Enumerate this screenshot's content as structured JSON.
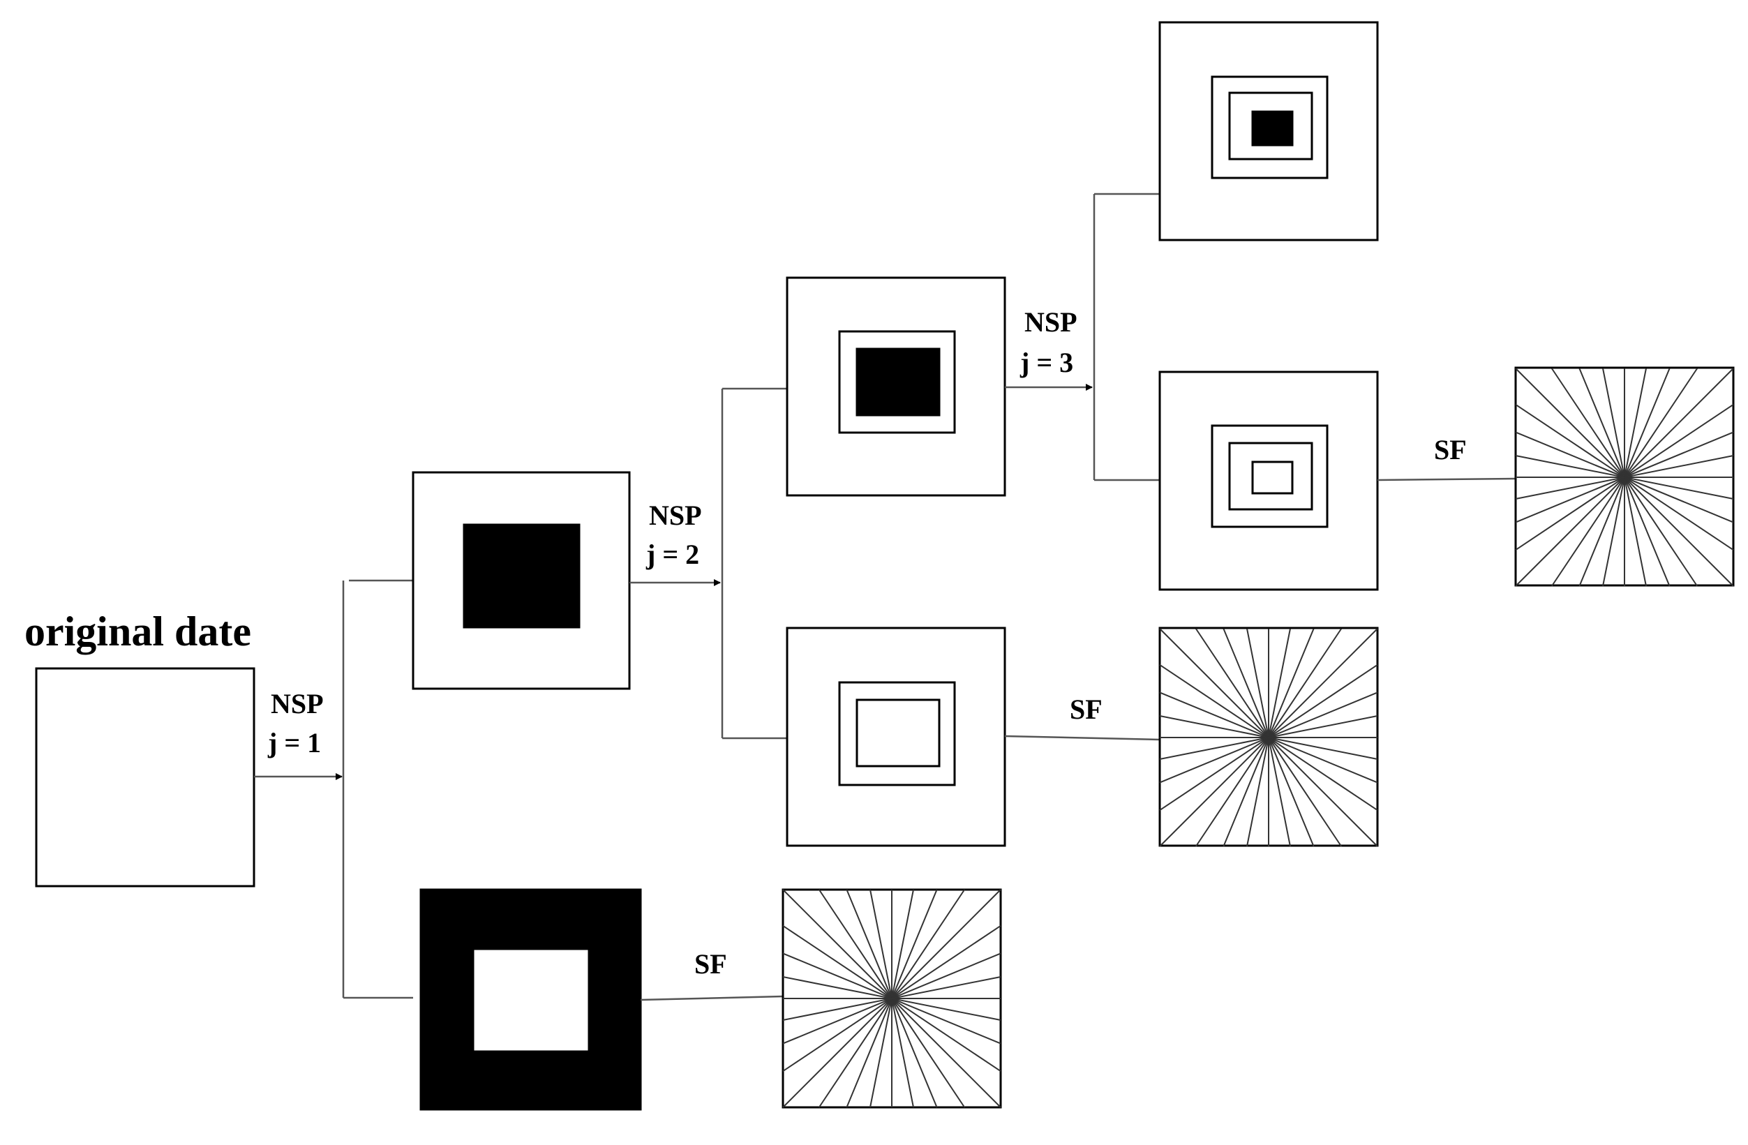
{
  "diagram": {
    "title": "original date",
    "stage_labels": {
      "nsp": "NSP",
      "j1": "j = 1",
      "j2": "j = 2",
      "j3": "j = 3"
    },
    "filter_label": "SF",
    "colors": {
      "line": "#000000",
      "connector": "#555555",
      "fill_dark": "#000000",
      "background": "#ffffff"
    }
  }
}
